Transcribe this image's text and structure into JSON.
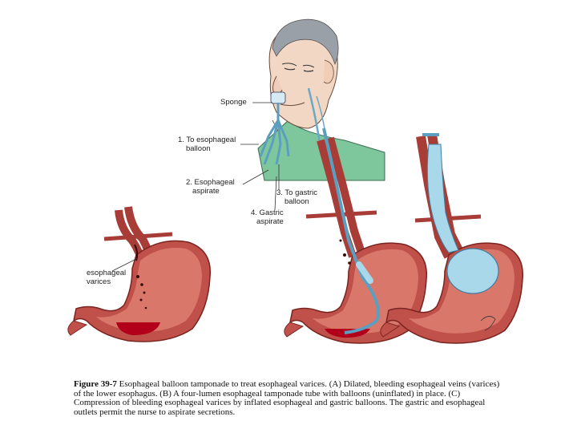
{
  "labels": {
    "sponge": "Sponge",
    "esophageal_balloon_1": "1. To esophageal",
    "esophageal_balloon_2": "balloon",
    "esophageal_aspirate_1": "2. Esophageal",
    "esophageal_aspirate_2": "aspirate",
    "gastric_balloon_1": "3. To gastric",
    "gastric_balloon_2": "balloon",
    "gastric_aspirate_1": "4. Gastric",
    "gastric_aspirate_2": "aspirate",
    "varices_1": "esophageal",
    "varices_2": "varices"
  },
  "caption": {
    "figure_number": "Figure 39-7",
    "text": "Esophageal balloon tamponade to treat esophageal varices. (A) Dilated, bleeding esophageal veins (varices) of the lower esophagus. (B) A four-lumen esophageal tamponade tube with balloons (uninflated) in place. (C) Compression of bleeding esophageal varices by inflated esophageal and gastric balloons. The gastric and esophageal outlets permit the nurse to aspirate secretions."
  },
  "colors": {
    "stomach": "#c0504a",
    "stomach_wall": "#d9776b",
    "skin": "#f2d7c4",
    "gown": "#7ec79c",
    "tube": "#a9d8ea",
    "blood": "#b3001a"
  }
}
